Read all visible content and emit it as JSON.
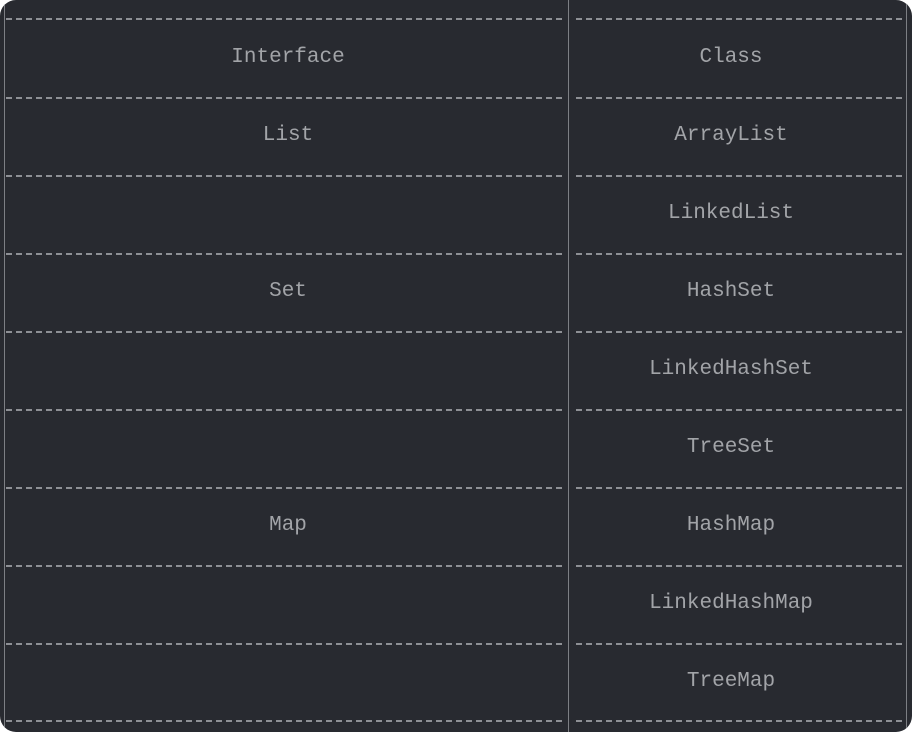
{
  "table": {
    "header": {
      "interface": "Interface",
      "class": "Class"
    },
    "rows": [
      {
        "interface": "List",
        "class": "ArrayList"
      },
      {
        "interface": "",
        "class": "LinkedList"
      },
      {
        "interface": "Set",
        "class": "HashSet"
      },
      {
        "interface": "",
        "class": "LinkedHashSet"
      },
      {
        "interface": "",
        "class": "TreeSet"
      },
      {
        "interface": "Map",
        "class": "HashMap"
      },
      {
        "interface": "",
        "class": "LinkedHashMap"
      },
      {
        "interface": "",
        "class": "TreeMap"
      }
    ]
  }
}
